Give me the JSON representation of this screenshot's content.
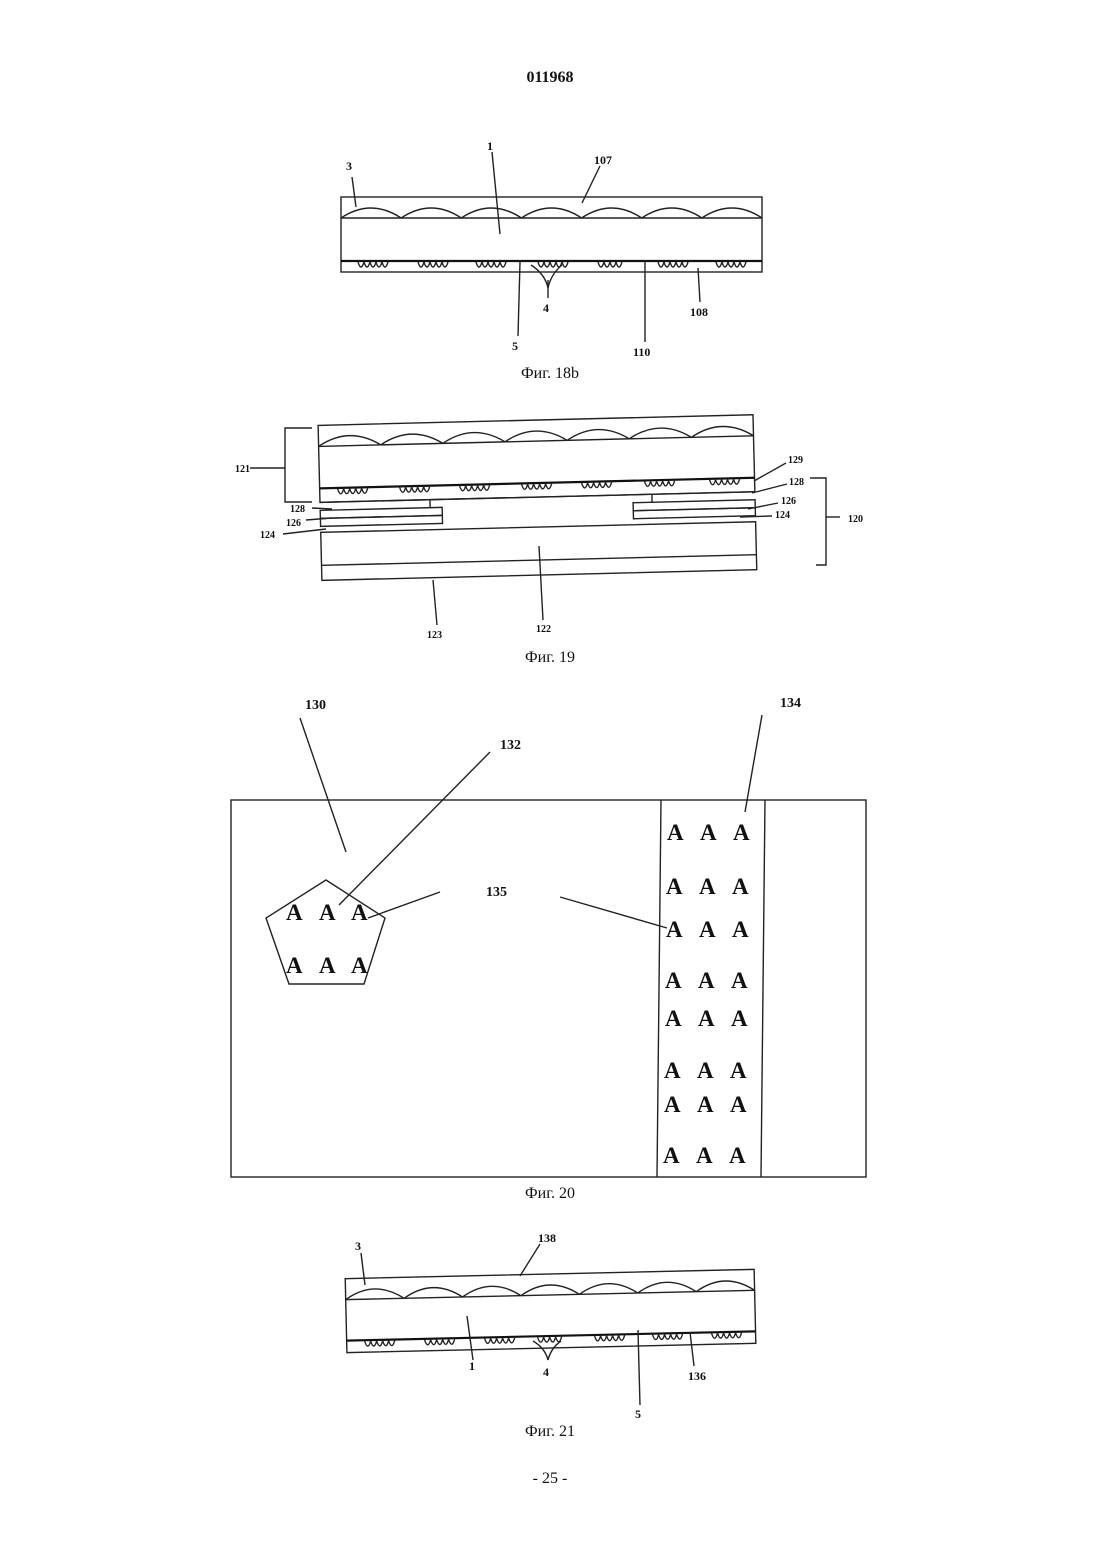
{
  "document": {
    "number": "011968",
    "page_number": "- 25 -"
  },
  "figures": {
    "fig18b": {
      "caption": "Фиг. 18b",
      "labels": {
        "l3": "3",
        "l1": "1",
        "l107": "107",
        "l4": "4",
        "l108": "108",
        "l5": "5",
        "l110": "110"
      }
    },
    "fig19": {
      "caption": "Фиг. 19",
      "labels": {
        "l121": "121",
        "l129": "129",
        "l128a": "128",
        "l126a": "126",
        "l124a": "124",
        "l120": "120",
        "l128b": "128",
        "l126b": "126",
        "l124b": "124",
        "l123": "123",
        "l122": "122"
      }
    },
    "fig20": {
      "caption": "Фиг. 20",
      "labels": {
        "l130": "130",
        "l132": "132",
        "l134": "134",
        "l135": "135"
      },
      "glyph": "A"
    },
    "fig21": {
      "caption": "Фиг. 21",
      "labels": {
        "l3": "3",
        "l138": "138",
        "l1": "1",
        "l4": "4",
        "l136": "136",
        "l5": "5"
      }
    }
  }
}
